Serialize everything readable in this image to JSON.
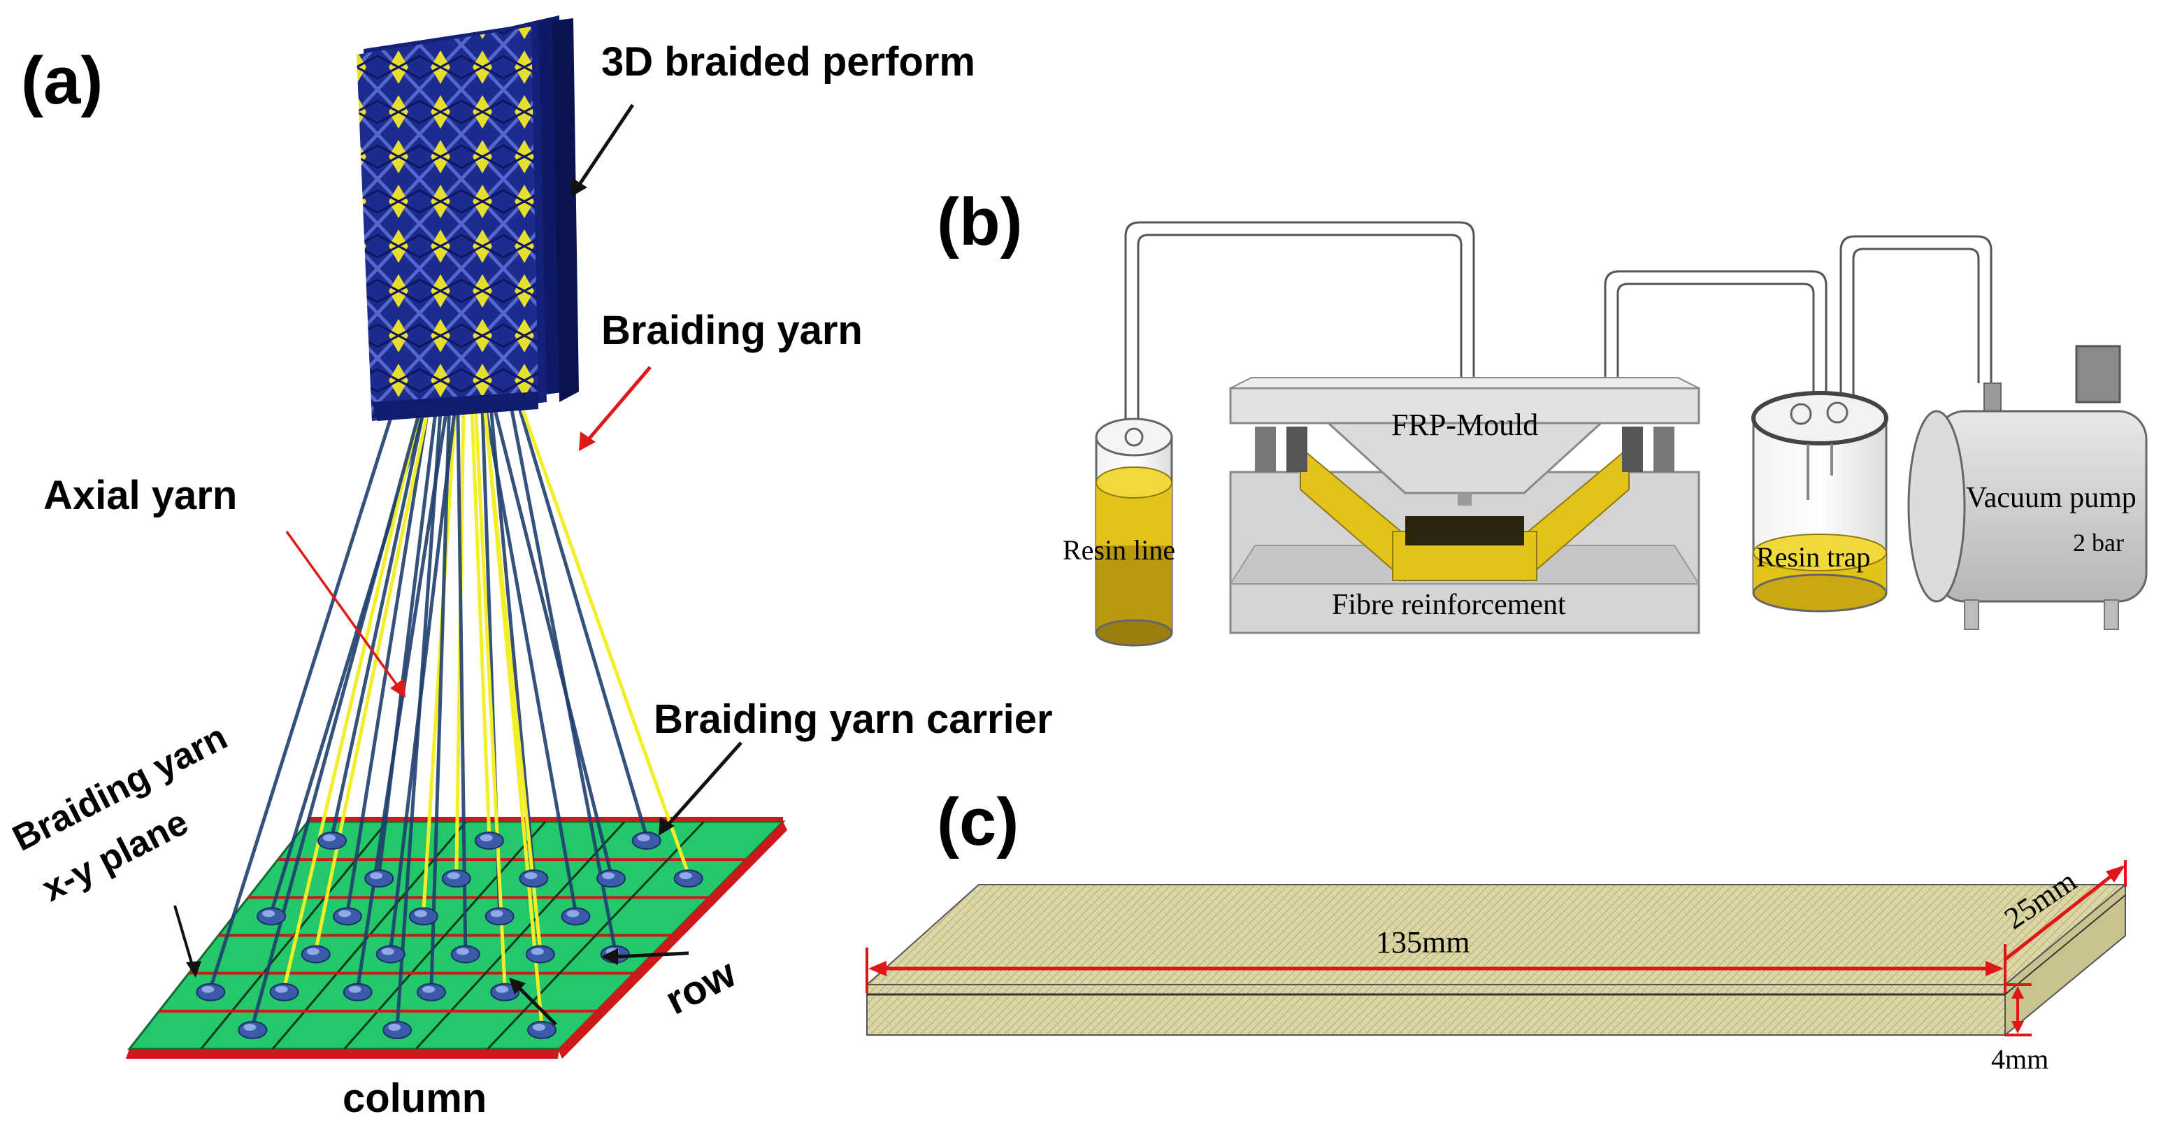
{
  "panel_a": {
    "label": "(a)",
    "perform_label": "3D braided perform",
    "braiding_yarn_label": "Braiding yarn",
    "axial_yarn_label": "Axial yarn",
    "carrier_label": "Braiding yarn carrier",
    "plane_label_line1": "Braiding yarn",
    "plane_label_line2": "x-y plane",
    "row_label": "row",
    "column_label": "column"
  },
  "panel_b": {
    "label": "(b)",
    "mould_label": "FRP-Mould",
    "resin_line_label": "Resin line",
    "fibre_label": "Fibre reinforcement",
    "resin_trap_label": "Resin trap",
    "pump_label": "Vacuum pump",
    "pressure_label": "2 bar"
  },
  "panel_c": {
    "label": "(c)",
    "length_label": "135mm",
    "width_label": "25mm",
    "thickness_label": "4mm"
  },
  "colors": {
    "braid_blue": "#1c2a8c",
    "yarn_navy": "#1f3f6e",
    "yarn_yellow": "#f2ee2a",
    "board_green": "#22c86a",
    "grid_red": "#cc1a1a",
    "resin_yellow": "#e3c319",
    "specimen": "#ddd8a6",
    "dimension_red": "#e01616",
    "equipment_grey": "#d4d4d4"
  }
}
